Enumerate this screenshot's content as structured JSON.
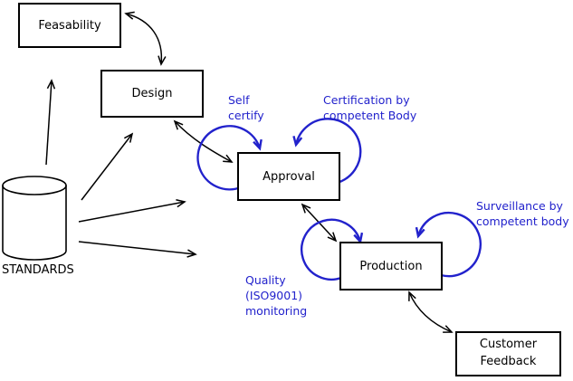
{
  "diagram": {
    "background_color": "#ffffff",
    "line_color": "#000000",
    "annotation_color": "#2222cc",
    "nodes": {
      "feasability": {
        "label": "Feasability"
      },
      "design": {
        "label": "Design"
      },
      "approval": {
        "label": "Approval"
      },
      "production": {
        "label": "Production"
      },
      "customer_feedback": {
        "label": "Customer Feedback"
      }
    },
    "datastore": {
      "label": "STANDARDS"
    },
    "annotations": {
      "self_certify": {
        "text": "Self certify"
      },
      "certification": {
        "text": "Certification by competent Body"
      },
      "surveillance": {
        "text": "Surveillance by competent body"
      },
      "quality": {
        "text": "Quality (ISO9001) monitoring"
      }
    },
    "icons": {
      "cylinder": "standards-datastore-cylinder",
      "loops": "blue-self-loop-arrows",
      "arrows": "black-flow-arrows"
    }
  }
}
